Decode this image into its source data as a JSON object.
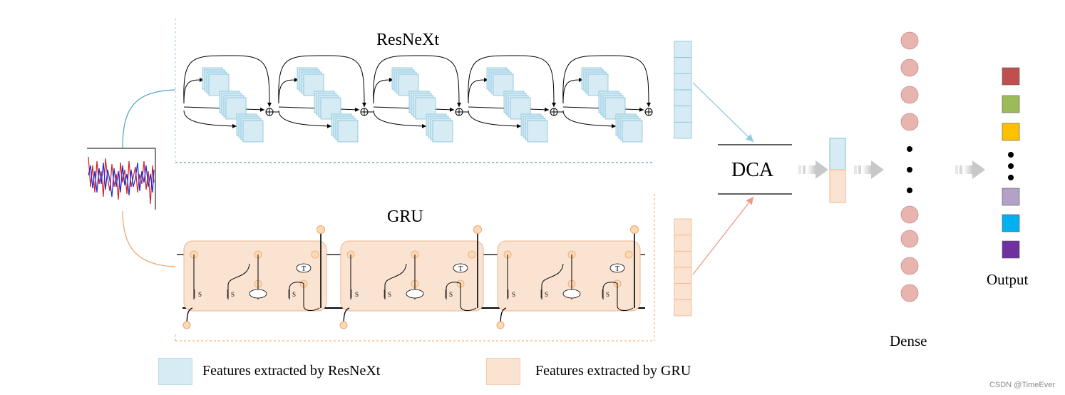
{
  "titles": {
    "resnext": "ResNeXt",
    "gru": "GRU"
  },
  "fusion": {
    "label": "DCA"
  },
  "dense": {
    "label": "Dense",
    "dots_visible": 3
  },
  "output": {
    "label": "Output",
    "colors": [
      "#c0504d",
      "#9bbb59",
      "#ffc000",
      "#b3a2c7",
      "#00b0f0",
      "#7030a0"
    ]
  },
  "legend": {
    "resnext": "Features extracted by ResNeXt",
    "gru": "Features extracted by GRU"
  },
  "gru_gate_labels": {
    "sigmoid": "S",
    "tanh": "T"
  },
  "colors": {
    "resnext_feature": "#d6ebf3",
    "resnext_edge": "#7fc1dc",
    "gru_feature": "#fbe3d2",
    "gru_edge": "#f0b48a",
    "dense_node": "#e8b4b0",
    "dense_node_edge": "#c98a85",
    "arrow_blue": "#93cadf",
    "arrow_red": "#f09a8c"
  },
  "watermark": "CSDN @TimeEver"
}
